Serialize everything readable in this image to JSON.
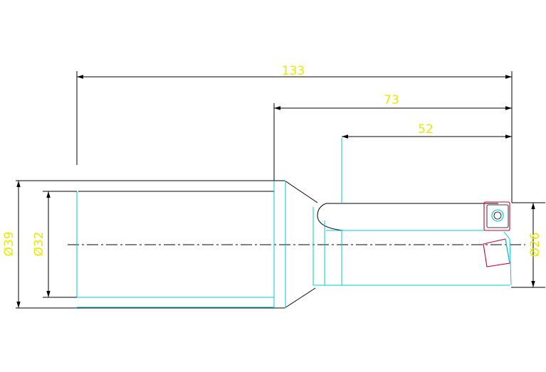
{
  "colors": {
    "background": "#ffffff",
    "dimension": "#000000",
    "dimension_text": "#e8e800",
    "outline": "#000000",
    "hidden": "#00c8d8",
    "insert": "#cc0033",
    "centerline": "#000000"
  },
  "dimensions": {
    "overall_length": "133",
    "mid_length": "73",
    "flute_length": "52",
    "outer_diameter": "Ø39",
    "bore_diameter": "Ø32",
    "head_diameter": "Ø26"
  }
}
